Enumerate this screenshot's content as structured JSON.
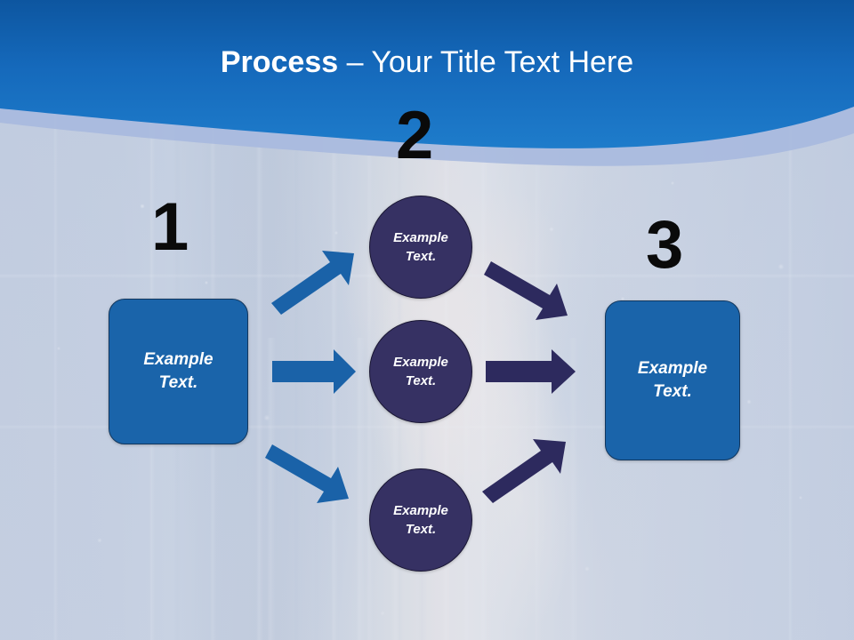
{
  "slide": {
    "title_bold": "Process",
    "title_separator": " – ",
    "title_rest": "Your Title Text Here",
    "header_color": "#1a72c4",
    "header_gradient_top": "#0f5ca8",
    "header_band_color": "#9fb4dc",
    "background_description": "faded blue-toned photograph of a woman's face in profile with long flowing hair"
  },
  "steps": [
    {
      "number": "1",
      "label": "step-number-1"
    },
    {
      "number": "2",
      "label": "step-number-2"
    },
    {
      "number": "3",
      "label": "step-number-3"
    }
  ],
  "nodes": {
    "start_box": {
      "line1": "Example",
      "line2": "Text.",
      "color": "#1a64aa",
      "shape": "rounded-rectangle"
    },
    "end_box": {
      "line1": "Example",
      "line2": "Text.",
      "color": "#1a64aa",
      "shape": "rounded-rectangle"
    },
    "circles": [
      {
        "line1": "Example",
        "line2": "Text.",
        "color": "#363163",
        "shape": "circle",
        "position": "top"
      },
      {
        "line1": "Example",
        "line2": "Text.",
        "color": "#363163",
        "shape": "circle",
        "position": "middle"
      },
      {
        "line1": "Example",
        "line2": "Text.",
        "color": "#363163",
        "shape": "circle",
        "position": "bottom"
      }
    ]
  },
  "arrows": {
    "left_group_color": "#1a62a8",
    "right_group_color": "#2d2a5e",
    "left": [
      {
        "name": "arrow-start-to-top",
        "direction": "up-right"
      },
      {
        "name": "arrow-start-to-middle",
        "direction": "right"
      },
      {
        "name": "arrow-start-to-bottom",
        "direction": "down-right"
      }
    ],
    "right": [
      {
        "name": "arrow-top-to-end",
        "direction": "down-right"
      },
      {
        "name": "arrow-middle-to-end",
        "direction": "right"
      },
      {
        "name": "arrow-bottom-to-end",
        "direction": "up-right"
      }
    ]
  }
}
